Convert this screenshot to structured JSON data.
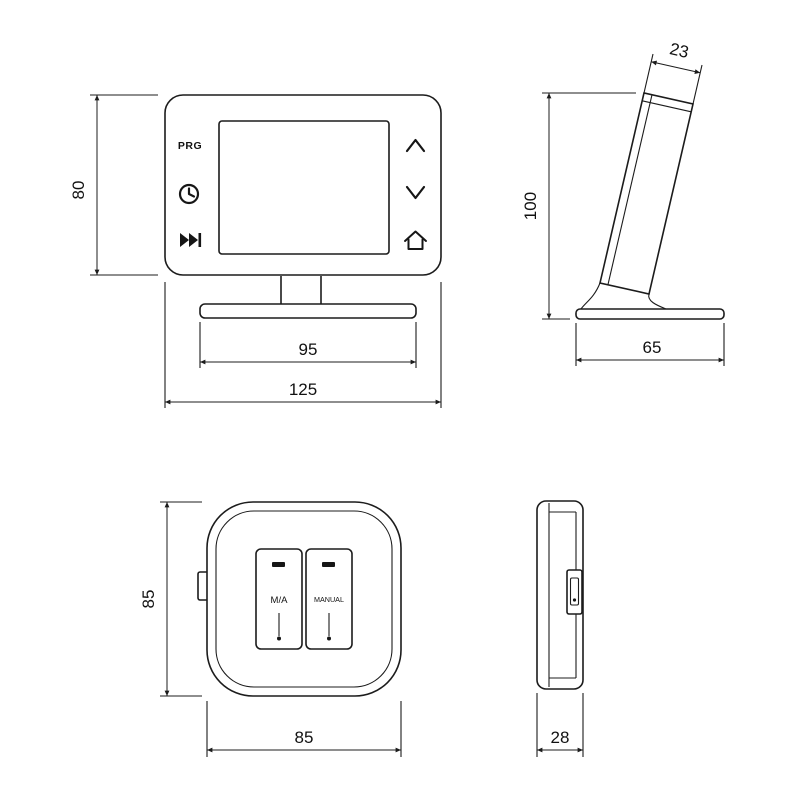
{
  "views": {
    "thermostat_front": {
      "labels": {
        "prg": "PRG"
      },
      "icons": [
        "clock-icon",
        "skip-icon",
        "chevron-up-icon",
        "chevron-down-icon",
        "home-icon"
      ],
      "dims": {
        "height": "80",
        "stand_width": "95",
        "total_width": "125"
      }
    },
    "thermostat_side": {
      "dims": {
        "depth": "23",
        "height": "100",
        "base_depth": "65"
      }
    },
    "switch_front": {
      "labels": {
        "left_rocker": "M/A",
        "right_rocker": "MANUAL"
      },
      "dims": {
        "height": "85",
        "width": "85"
      }
    },
    "switch_side": {
      "dims": {
        "depth": "28"
      }
    }
  }
}
